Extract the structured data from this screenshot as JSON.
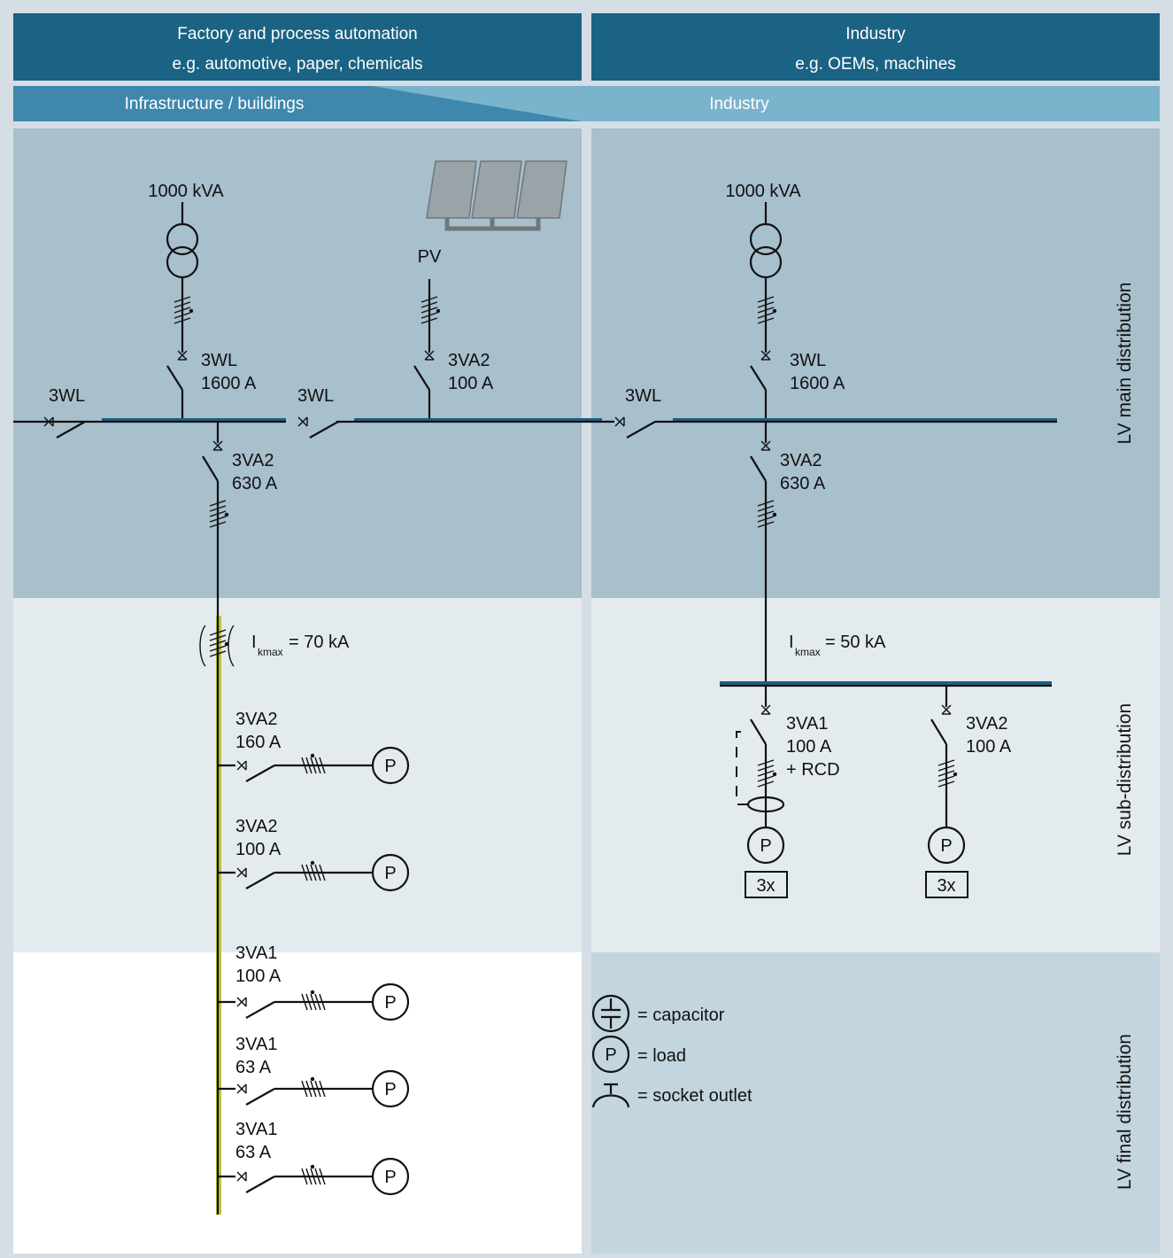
{
  "header": {
    "left": {
      "line1": "Factory and process automation",
      "line2": "e.g. automotive, paper, chemicals"
    },
    "right": {
      "line1": "Industry",
      "line2": "e.g. OEMs, machines"
    },
    "sub_left": "Infrastructure / buildings",
    "sub_right": "Industry"
  },
  "zones": {
    "main": "LV main distribution",
    "sub": "LV sub-distribution",
    "final": "LV final distribution"
  },
  "colors": {
    "header_dark": "#1a6384",
    "header_light": "#7ab3cc",
    "zone_main": "#a8bfcc",
    "zone_sub": "#e4ebef",
    "zone_final_right": "#c3d5de",
    "busbar": "#1f5f80",
    "yellow_bar": "#b9c33a"
  },
  "left": {
    "transformer": "1000 kVA",
    "pv": "PV",
    "breaker_tr": {
      "type": "3WL",
      "rating": "1600 A"
    },
    "breaker_pv": {
      "type": "3VA2",
      "rating": "100 A"
    },
    "coupler1": "3WL",
    "coupler2": "3WL",
    "feeder": {
      "type": "3VA2",
      "rating": "630 A"
    },
    "ik_symbol": "I",
    "ik_sub": "kmax",
    "ik_value": "= 70 kA",
    "loads": [
      {
        "type": "3VA2",
        "rating": "160 A",
        "symbol": "P"
      },
      {
        "type": "3VA2",
        "rating": "100 A",
        "symbol": "P"
      },
      {
        "type": "3VA1",
        "rating": "100 A",
        "symbol": "P"
      },
      {
        "type": "3VA1",
        "rating": "63 A",
        "symbol": "P"
      },
      {
        "type": "3VA1",
        "rating": "63 A",
        "symbol": "P"
      }
    ]
  },
  "right": {
    "transformer": "1000 kVA",
    "coupler": "3WL",
    "breaker_tr": {
      "type": "3WL",
      "rating": "1600 A"
    },
    "feeder": {
      "type": "3VA2",
      "rating": "630 A"
    },
    "ik_symbol": "I",
    "ik_sub": "kmax",
    "ik_value": "= 50 kA",
    "sub_feeders": [
      {
        "type": "3VA1",
        "rating": "100 A",
        "extra": "+ RCD",
        "symbol": "P",
        "count": "3x"
      },
      {
        "type": "3VA2",
        "rating": "100 A",
        "extra": "",
        "symbol": "P",
        "count": "3x"
      }
    ]
  },
  "legend": [
    {
      "icon": "capacitor-icon",
      "text": "= capacitor"
    },
    {
      "icon": "load-icon",
      "symbol": "P",
      "text": "= load"
    },
    {
      "icon": "socket-outlet-icon",
      "text": "= socket outlet"
    }
  ]
}
